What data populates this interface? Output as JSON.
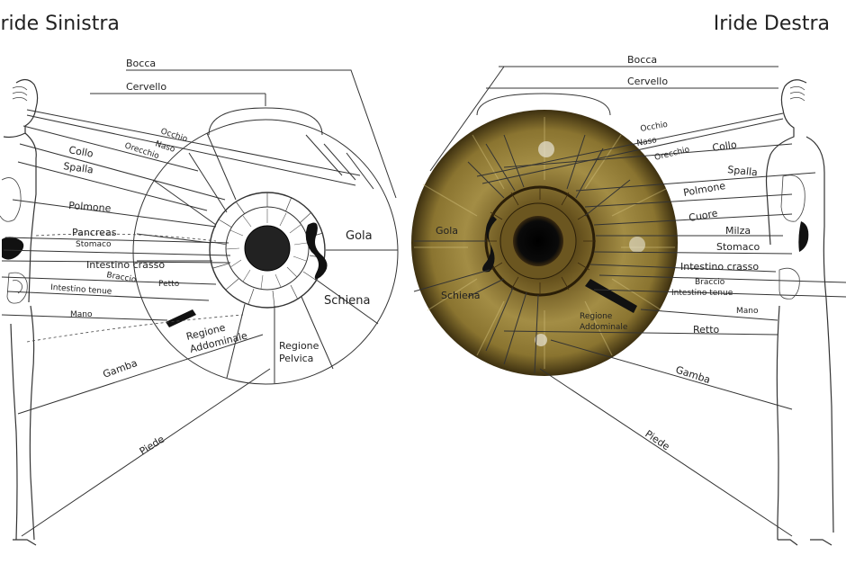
{
  "titles": {
    "left": "Iride Sinistra",
    "right": "Iride Destra"
  },
  "left": {
    "bocca": "Bocca",
    "cervello": "Cervello",
    "occhio": "Occhio",
    "naso": "Naso",
    "orecchio": "Orecchio",
    "collo": "Collo",
    "spalla": "Spalla",
    "polmone": "Polmone",
    "pancreas": "Pancreas",
    "stomaco": "Stomaco",
    "intestino_crasso": "Intestino crasso",
    "braccio": "Braccio",
    "petto": "Petto",
    "intestino_tenue": "Intestino tenue",
    "mano": "Mano",
    "regione_addominale_1": "Regione",
    "regione_addominale_2": "Addominale",
    "regione_pelvica_1": "Regione",
    "regione_pelvica_2": "Pelvica",
    "gola": "Gola",
    "schiena": "Schiena",
    "gamba": "Gamba",
    "piede": "Piede"
  },
  "right": {
    "bocca": "Bocca",
    "cervello": "Cervello",
    "occhio": "Occhio",
    "naso": "Naso",
    "orecchio": "Orecchio",
    "collo": "Collo",
    "spalla": "Spalla",
    "polmone": "Polmone",
    "cuore": "Cuore",
    "milza": "Milza",
    "stomaco": "Stomaco",
    "intestino_crasso": "Intestino crasso",
    "braccio": "Braccio",
    "intestino_tenue": "Intestino tenue",
    "mano": "Mano",
    "regione_addominale_1": "Regione",
    "regione_addominale_2": "Addominale",
    "retto": "Retto",
    "gola": "Gola",
    "schiena": "Schiena",
    "gamba": "Gamba",
    "piede": "Piede"
  },
  "colors": {
    "iris_outer": "#5a4a1c",
    "iris_mid": "#a08a3a",
    "iris_light": "#c7b46a",
    "pupil": "#111111"
  }
}
